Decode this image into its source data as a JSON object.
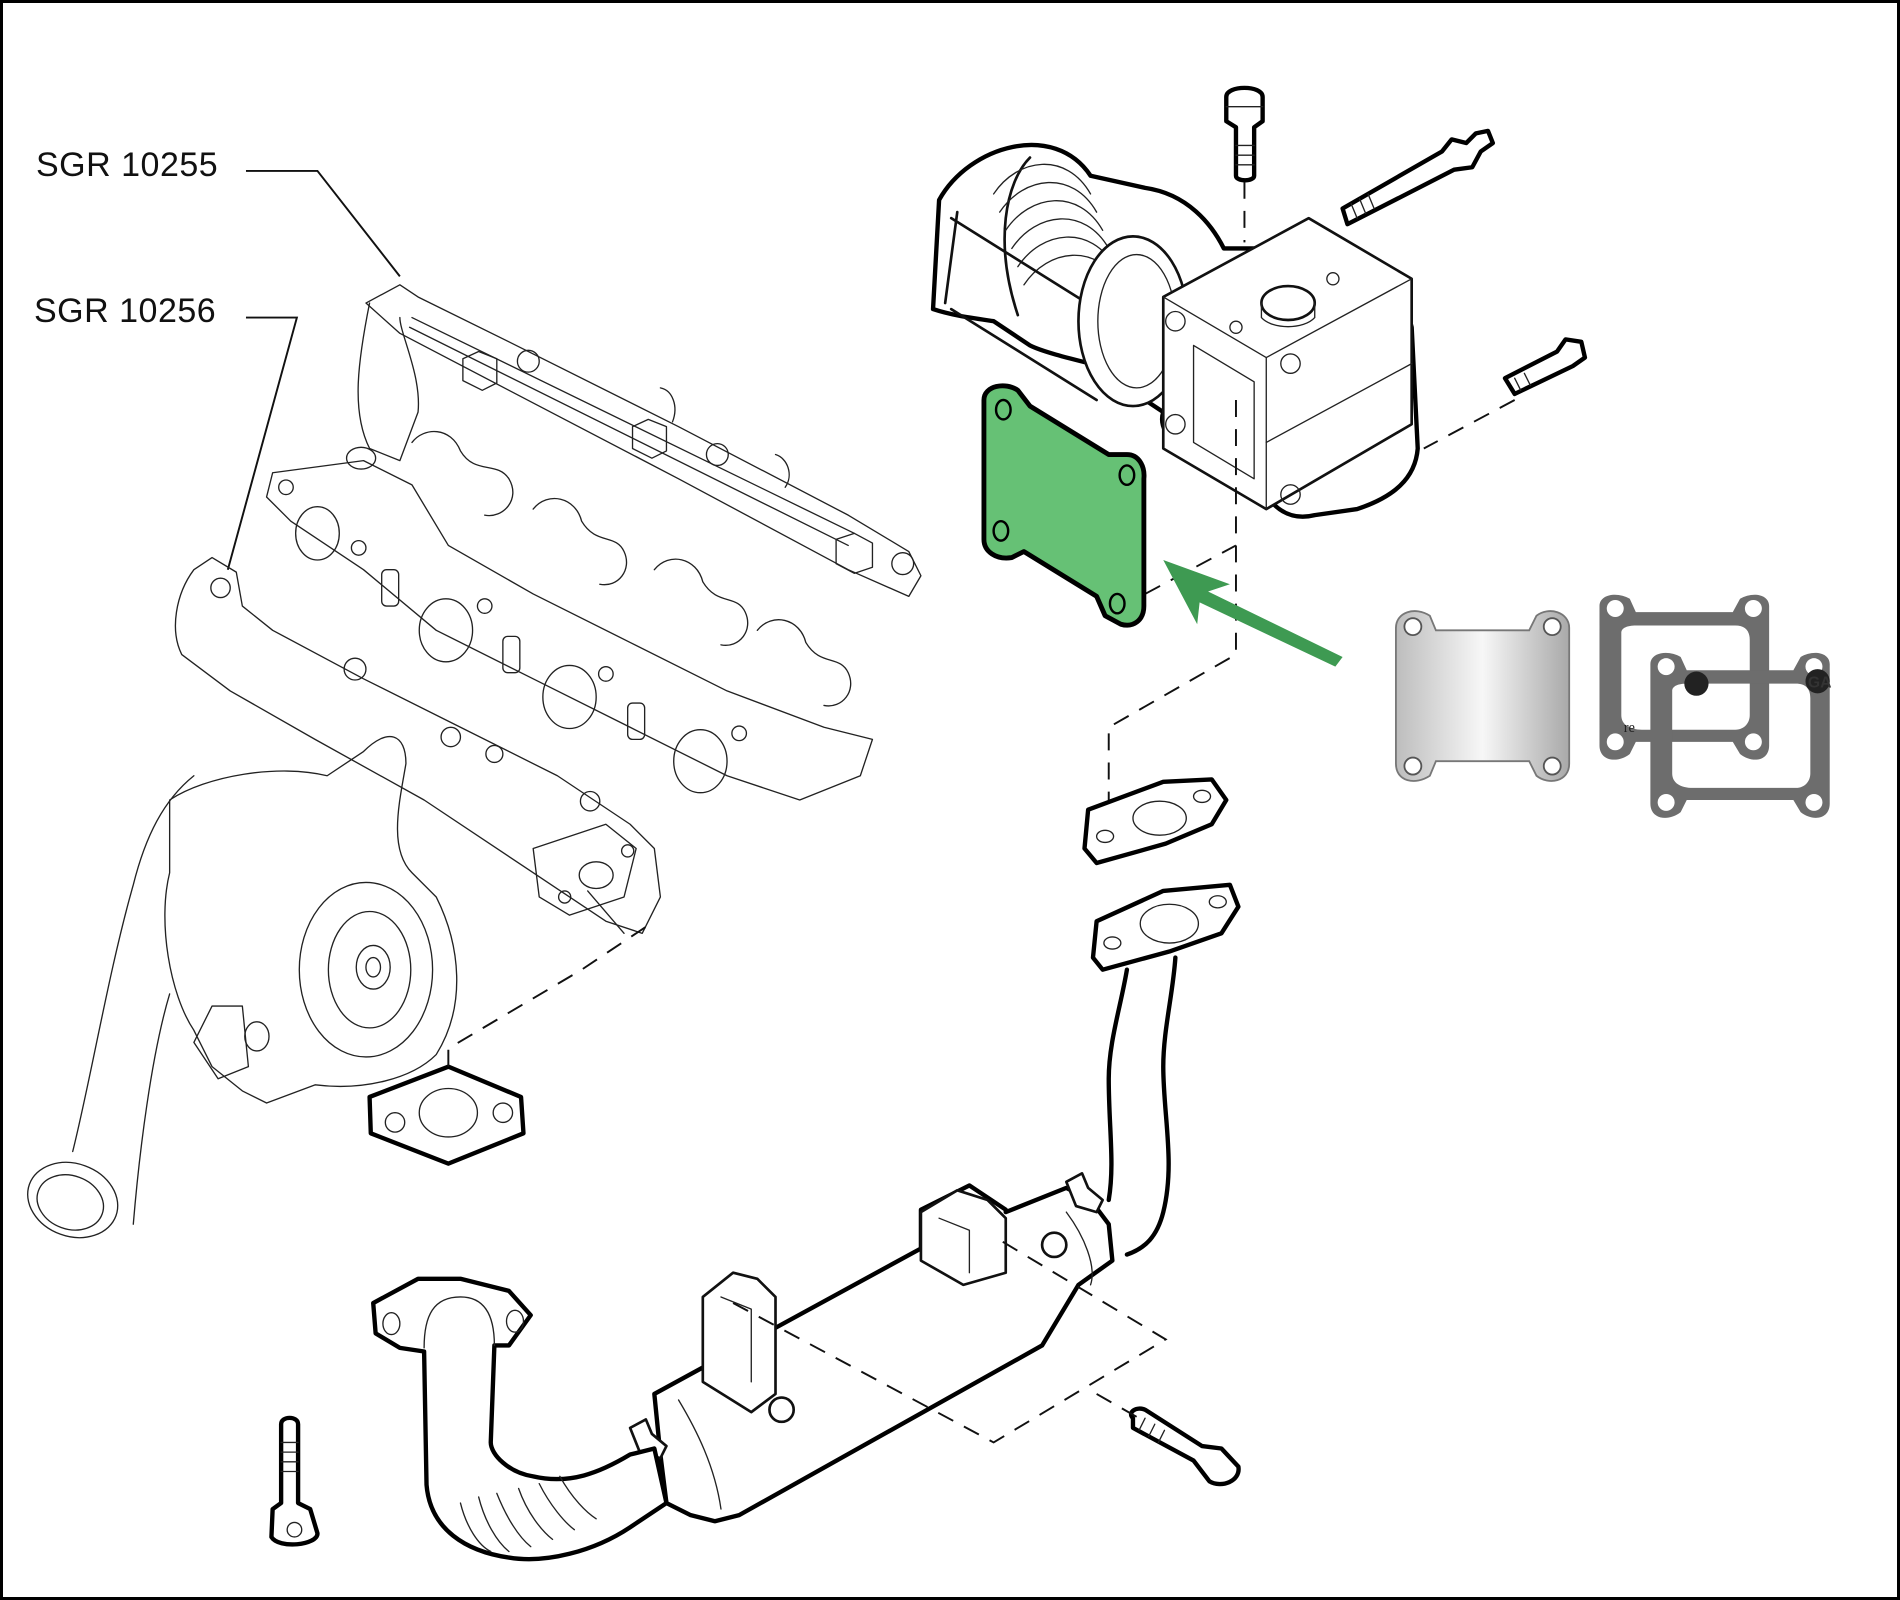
{
  "diagram": {
    "title": "EGR valve blanking plate exploded parts diagram",
    "labels": [
      {
        "id": "SGR 10255",
        "text": "SGR 10255",
        "refers_to": "intake manifold"
      },
      {
        "id": "SGR 10256",
        "text": "SGR 10256",
        "refers_to": "exhaust manifold"
      }
    ],
    "highlight": {
      "part": "EGR blanking gasket",
      "fill_color": "#66c175",
      "arrow_color": "#3e9a52"
    },
    "components": [
      "intake-manifold",
      "exhaust-manifold",
      "turbocharger",
      "egr-valve",
      "egr-gasket-highlighted",
      "egr-cooler",
      "egr-pipe",
      "flange-gaskets",
      "bolts"
    ],
    "photo_inset": {
      "items": [
        "steel blanking plate",
        "gasket",
        "gasket"
      ],
      "gasket_print_fragments": [
        "re",
        "GA"
      ],
      "plate_color": "#d9d9d9",
      "gasket_color": "#6d6d6d"
    }
  }
}
